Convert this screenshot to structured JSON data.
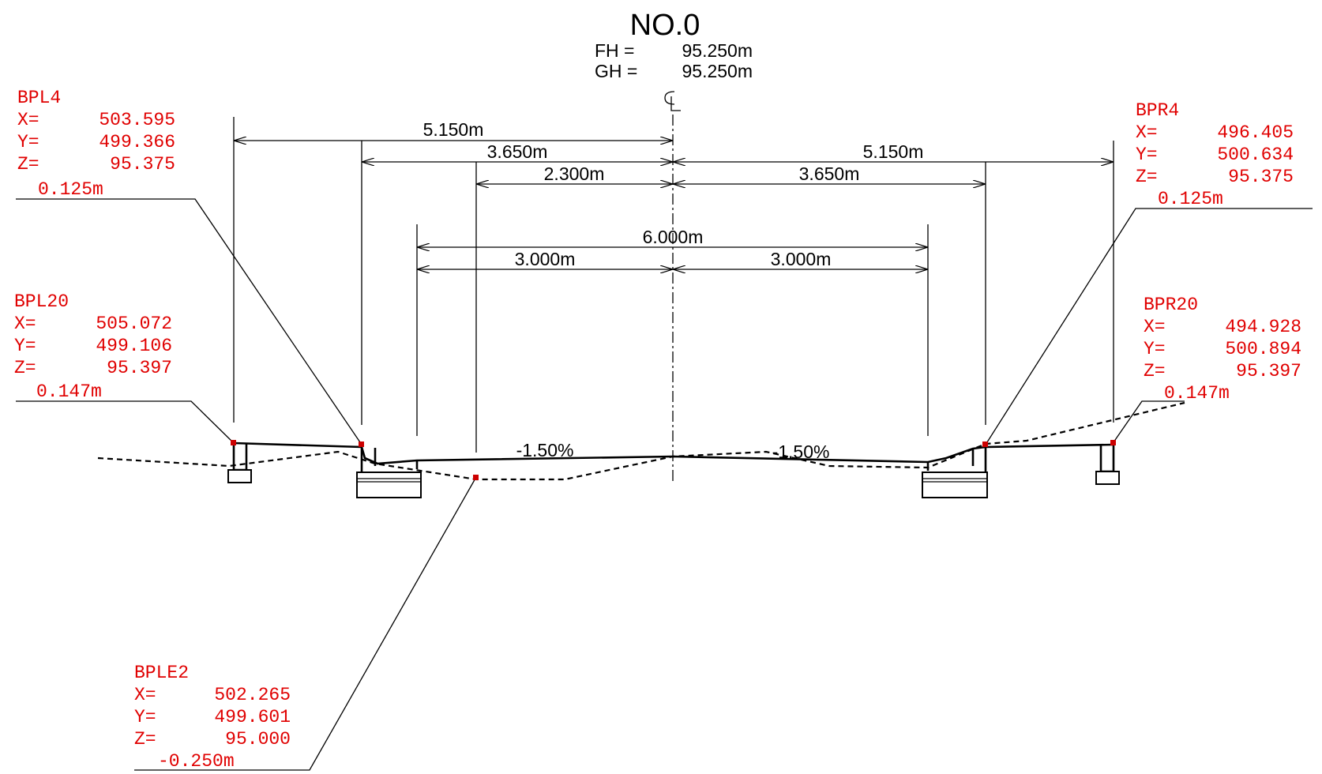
{
  "header": {
    "station": "NO.0",
    "fh_label": "FH =",
    "fh_value": "95.250m",
    "gh_label": "GH =",
    "gh_value": "95.250m",
    "centerline_label": "CL"
  },
  "dimensions": {
    "left_5150": "5.150m",
    "left_3650": "3.650m",
    "left_2300": "2.300m",
    "right_5150": "5.150m",
    "right_3650": "3.650m",
    "total_6000": "6.000m",
    "left_3000": "3.000m",
    "right_3000": "3.000m"
  },
  "slopes": {
    "left": "-1.50%",
    "right": "-1.50%"
  },
  "points": {
    "bpl4": {
      "name": "BPL4",
      "x_label": "X=",
      "x": "503.595",
      "y_label": "Y=",
      "y": "499.366",
      "z_label": "Z=",
      "z": "95.375",
      "offset": "0.125m"
    },
    "bpr4": {
      "name": "BPR4",
      "x_label": "X=",
      "x": "496.405",
      "y_label": "Y=",
      "y": "500.634",
      "z_label": "Z=",
      "z": "95.375",
      "offset": "0.125m"
    },
    "bpl20": {
      "name": "BPL20",
      "x_label": "X=",
      "x": "505.072",
      "y_label": "Y=",
      "y": "499.106",
      "z_label": "Z=",
      "z": "95.397",
      "offset": "0.147m"
    },
    "bpr20": {
      "name": "BPR20",
      "x_label": "X=",
      "x": "494.928",
      "y_label": "Y=",
      "y": "500.894",
      "z_label": "Z=",
      "z": "95.397",
      "offset": "0.147m"
    },
    "bple2": {
      "name": "BPLE2",
      "x_label": "X=",
      "x": "502.265",
      "y_label": "Y=",
      "y": "499.601",
      "z_label": "Z=",
      "z": "95.000",
      "offset": "-0.250m"
    }
  },
  "colors": {
    "annotation": "#e00000",
    "line": "#000000"
  }
}
